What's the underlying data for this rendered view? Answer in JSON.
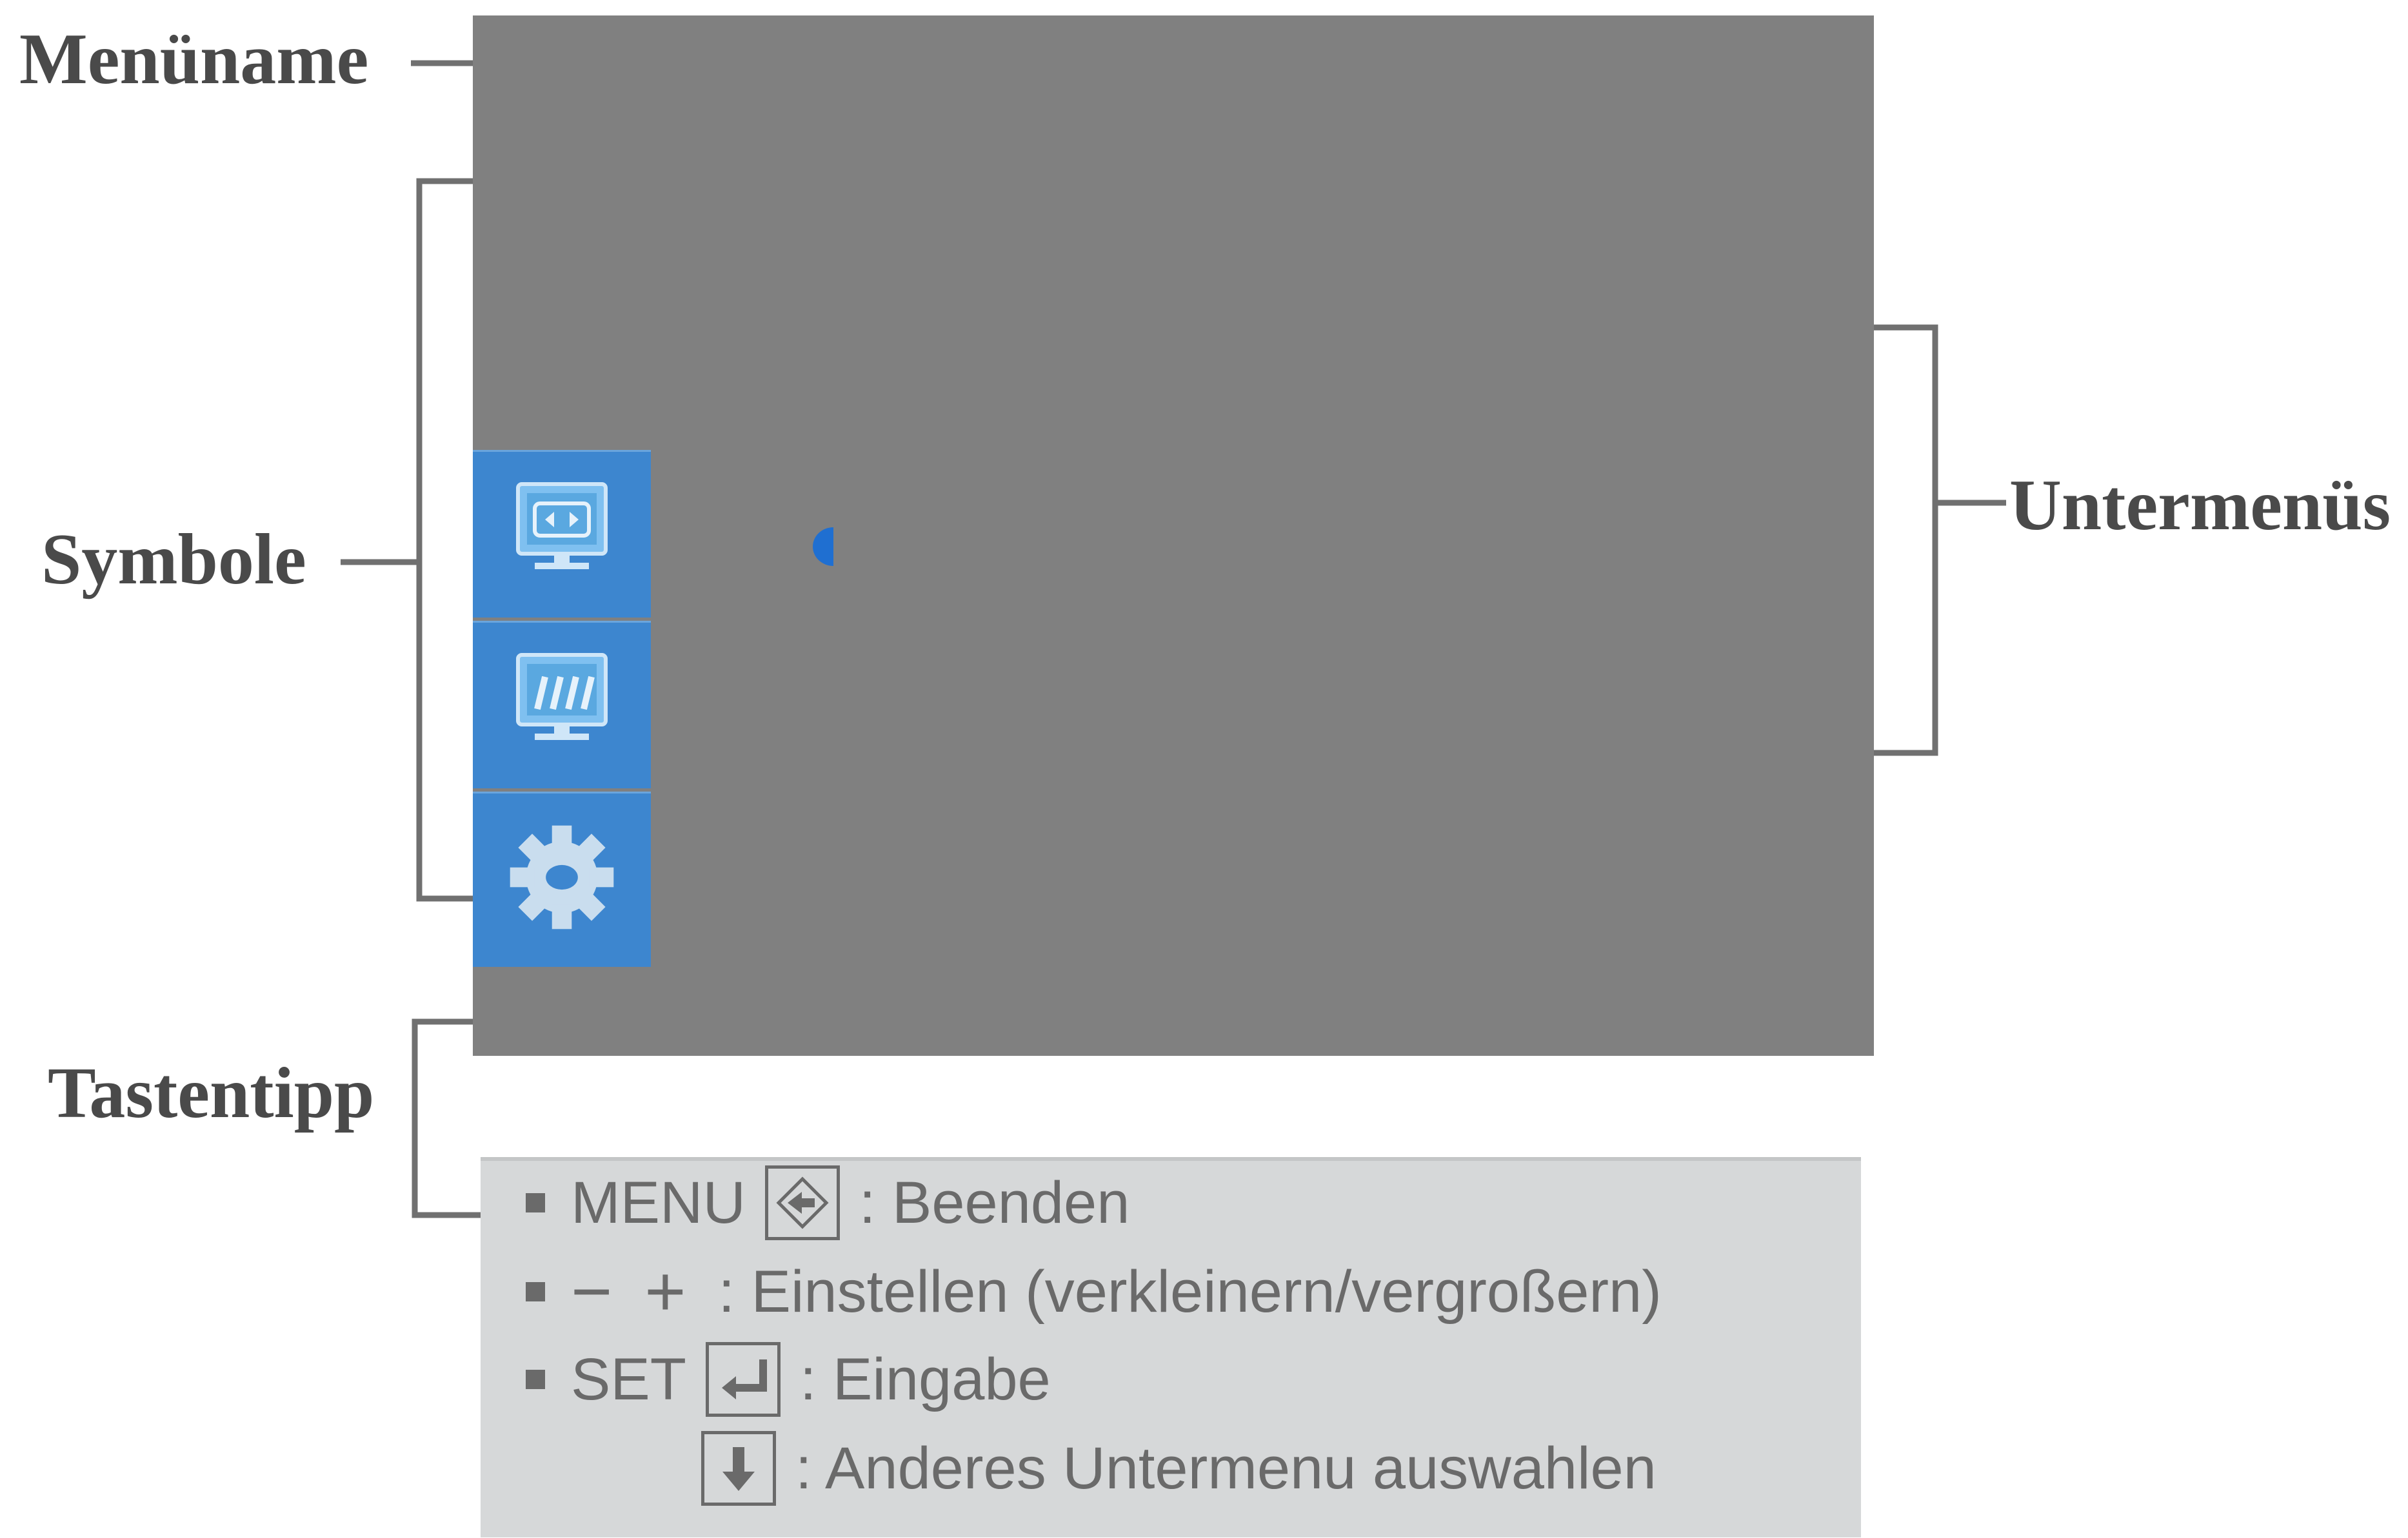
{
  "labels": {
    "menu_name": "Menüname",
    "symbols": "Symbole",
    "submenus": "Untermenüs",
    "key_tip": "Tastentipp"
  },
  "icons": [
    {
      "name": "picture-adjust-icon"
    },
    {
      "name": "color-adjust-icon"
    },
    {
      "name": "settings-gear-icon"
    }
  ],
  "hints": [
    {
      "key": "MENU",
      "icon": "exit-icon",
      "text": ": Beenden"
    },
    {
      "minus": "−",
      "plus": "+",
      "text": ": Einstellen (verkleinern/vergroßern)"
    },
    {
      "key": "SET",
      "icon": "enter-icon",
      "text": ":  Eingabe"
    },
    {
      "icon": "down-arrow-icon",
      "text": ": Anderes Untermenu auswahlen"
    }
  ],
  "colors": {
    "screen": "#808080",
    "icon_tile": "#3d86cf",
    "accent_dot": "#1f6fd1",
    "hint_panel": "#d6d8d9",
    "label_text": "#4a4a4a"
  }
}
